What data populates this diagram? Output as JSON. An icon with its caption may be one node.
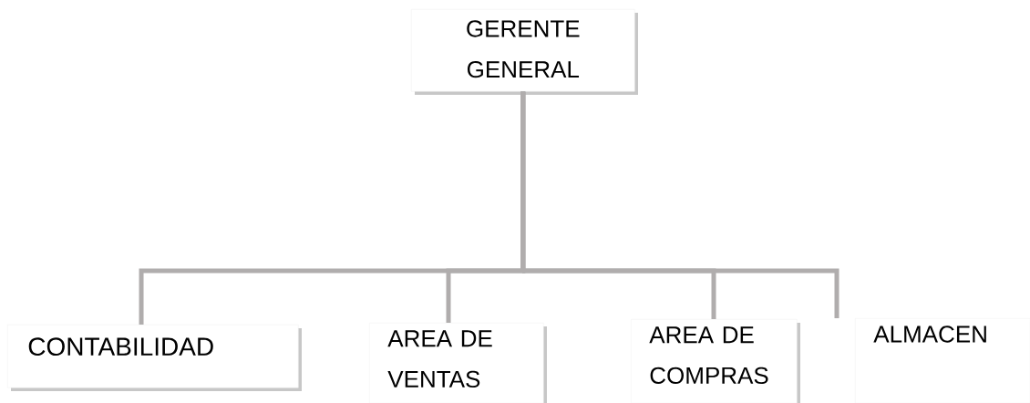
{
  "diagram": {
    "nodes": [
      {
        "text": [
          "GERENTE GENERAL"
        ]
      },
      {
        "text": [
          "CONTABILIDAD"
        ]
      },
      {
        "text": [
          "AREA DE VENTAS"
        ]
      },
      {
        "text": [
          "AREA DE COMPRAS"
        ]
      },
      {
        "text": [
          "ALMACEN"
        ]
      }
    ],
    "edges": [
      {
        "from": 0,
        "to": 1,
        "arrow": "none"
      },
      {
        "from": 0,
        "to": 2,
        "arrow": "none"
      },
      {
        "from": 0,
        "to": 3,
        "arrow": "none"
      },
      {
        "from": 0,
        "to": 4,
        "arrow": "none"
      }
    ]
  }
}
